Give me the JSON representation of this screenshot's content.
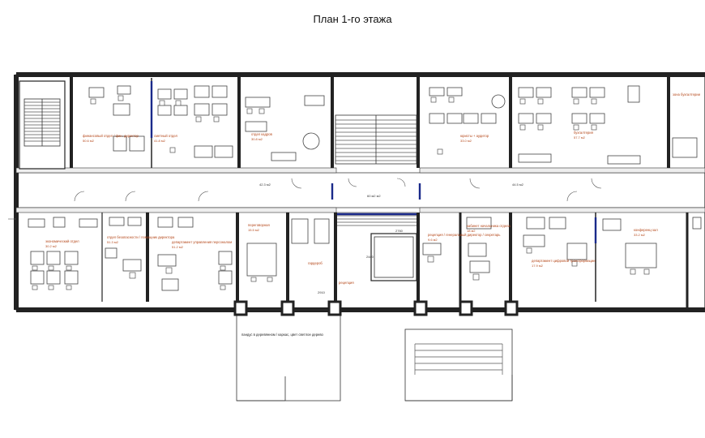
{
  "title": "План 1-го этажа",
  "corridor_labels": {
    "left": "42.3 м2",
    "center": "60 м2 м2",
    "right": "44.5 м2"
  },
  "rooms_top": [
    {
      "label": "финансовый отдел / фин. директор",
      "area": "50.6 м2"
    },
    {
      "label": "сметный отдел",
      "area": "41.8 м2"
    },
    {
      "label": "отдел кадров",
      "area": "30.8 м2"
    },
    {
      "label": "юристы + аудитор",
      "area": "33.0 м2"
    },
    {
      "label": "бухгалтерия",
      "area": "57.7 м2"
    },
    {
      "label": "зона бухгалтерии",
      "area": ""
    }
  ],
  "rooms_bottom": [
    {
      "label": "экономический отдел",
      "area": "30.2 м2"
    },
    {
      "label": "отдел безопасности / помощник директора",
      "area": "51.3 м2"
    },
    {
      "label": "департамент управления персоналом",
      "area": "51.2 м2"
    },
    {
      "label": "переговорная",
      "area": "15.5 м2"
    },
    {
      "label": "гардероб",
      "area": ""
    },
    {
      "label": "рецепция",
      "area": ""
    },
    {
      "label": "рецепция / генеральный директор / секретарь",
      "area": "9.6 м2"
    },
    {
      "label": "кабинет начальника отдела",
      "area": "18 м2"
    },
    {
      "label": "департамент цифровой трансформации",
      "area": "17.9 м2"
    },
    {
      "label": "конференц-зал",
      "area": "33.2 м2"
    }
  ],
  "dimensions": {
    "elevator_w": "2760",
    "elevator_h": "2480",
    "shaft": "2910"
  },
  "entrance_note": "пандус в деревянном / каркас, цвет светлое дерево"
}
